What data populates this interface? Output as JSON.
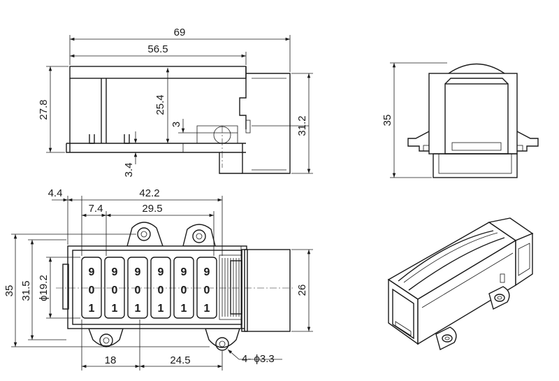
{
  "dimensions": {
    "overall_length": "69",
    "body_length": "56.5",
    "side_height": "27.8",
    "inner_height": "25.4",
    "step": "3",
    "base_offset": "3.4",
    "total_height": "31.2",
    "end_height": "35",
    "left_offset": "4.4",
    "plan_length": "42.2",
    "wheel_offset": "7.4",
    "wheel_span": "29.5",
    "plan_height": "35",
    "mount_height": "31.5",
    "wheel_diameter": "ϕ19.2",
    "motor_height": "26",
    "hole_spacing_a": "18",
    "hole_spacing_b": "24.5",
    "hole_callout": "4- ϕ3.3"
  },
  "counter_wheels": {
    "top_row": [
      "9",
      "9",
      "9",
      "9",
      "9",
      "9"
    ],
    "mid_row": [
      "0",
      "0",
      "0",
      "0",
      "0",
      "0"
    ],
    "bottom_row": [
      "1",
      "1",
      "1",
      "1",
      "1",
      "1"
    ]
  }
}
